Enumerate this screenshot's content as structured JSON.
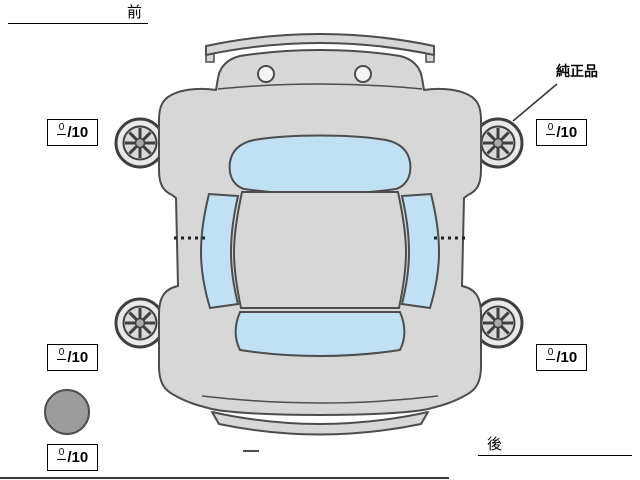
{
  "labels": {
    "front": "前",
    "rear": "後",
    "genuine_part": "純正品"
  },
  "tread_scores": {
    "front_left": {
      "value": "0",
      "out_of": "/10"
    },
    "front_right": {
      "value": "0",
      "out_of": "/10"
    },
    "rear_left": {
      "value": "0",
      "out_of": "/10"
    },
    "rear_right": {
      "value": "0",
      "out_of": "/10"
    },
    "spare": {
      "value": "0",
      "out_of": "/10"
    }
  },
  "icons": {
    "wheel": "alloy-wheel-icon",
    "spare_tire": "spare-tire-circle-icon",
    "car": "car-top-view-illustration"
  },
  "colors": {
    "car_body": "#d7d7d7",
    "car_outline": "#4d4d4d",
    "glass": "#bfe1f3",
    "wheel_stroke": "#3f3f3f",
    "spare_tire_fill": "#9c9c9c",
    "background": "#ffffff",
    "text": "#000000"
  }
}
